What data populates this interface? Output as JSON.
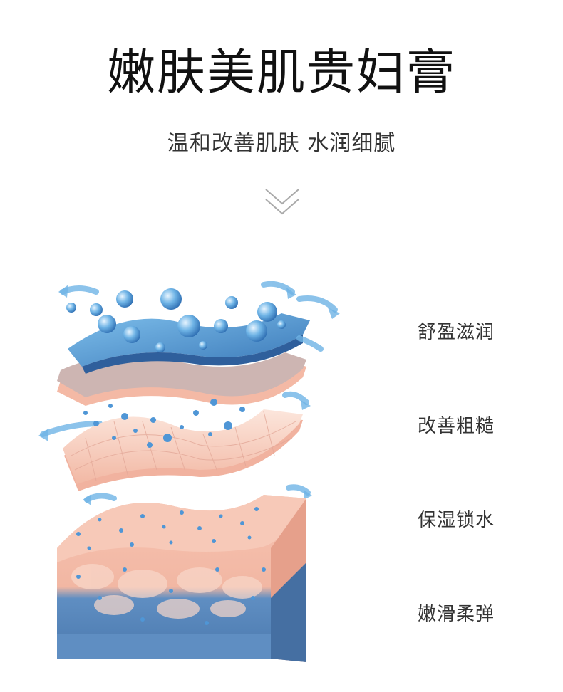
{
  "header": {
    "title": "嫩肤美肌贵妇膏",
    "subtitle": "温和改善肌肤 水润细腻"
  },
  "callouts": [
    {
      "label": "舒盈滋润"
    },
    {
      "label": "改善粗糙"
    },
    {
      "label": "保湿锁水"
    },
    {
      "label": "嫩滑柔弹"
    }
  ],
  "colors": {
    "water_blue": "#5a9fd8",
    "deep_blue": "#3f6fae",
    "skin_pink": "#f3b5a3",
    "skin_light": "#fbe0d4",
    "dermis_blue": "#4f7fb5"
  },
  "icons": [
    "chevron-down-icon",
    "water-bubble-icon",
    "flow-arrow-icon"
  ]
}
